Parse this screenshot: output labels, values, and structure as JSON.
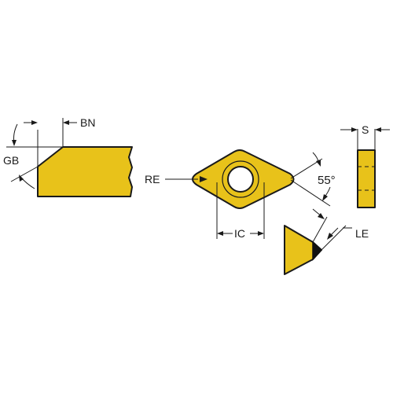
{
  "colors": {
    "insert_fill": "#e8c21a",
    "outline": "#1a1a1a",
    "edge_prep": "#111111",
    "background": "#ffffff"
  },
  "labels": {
    "bn": "BN",
    "gb": "GB",
    "re": "RE",
    "angle": "55°",
    "ic": "IC",
    "s": "S",
    "le": "LE"
  }
}
